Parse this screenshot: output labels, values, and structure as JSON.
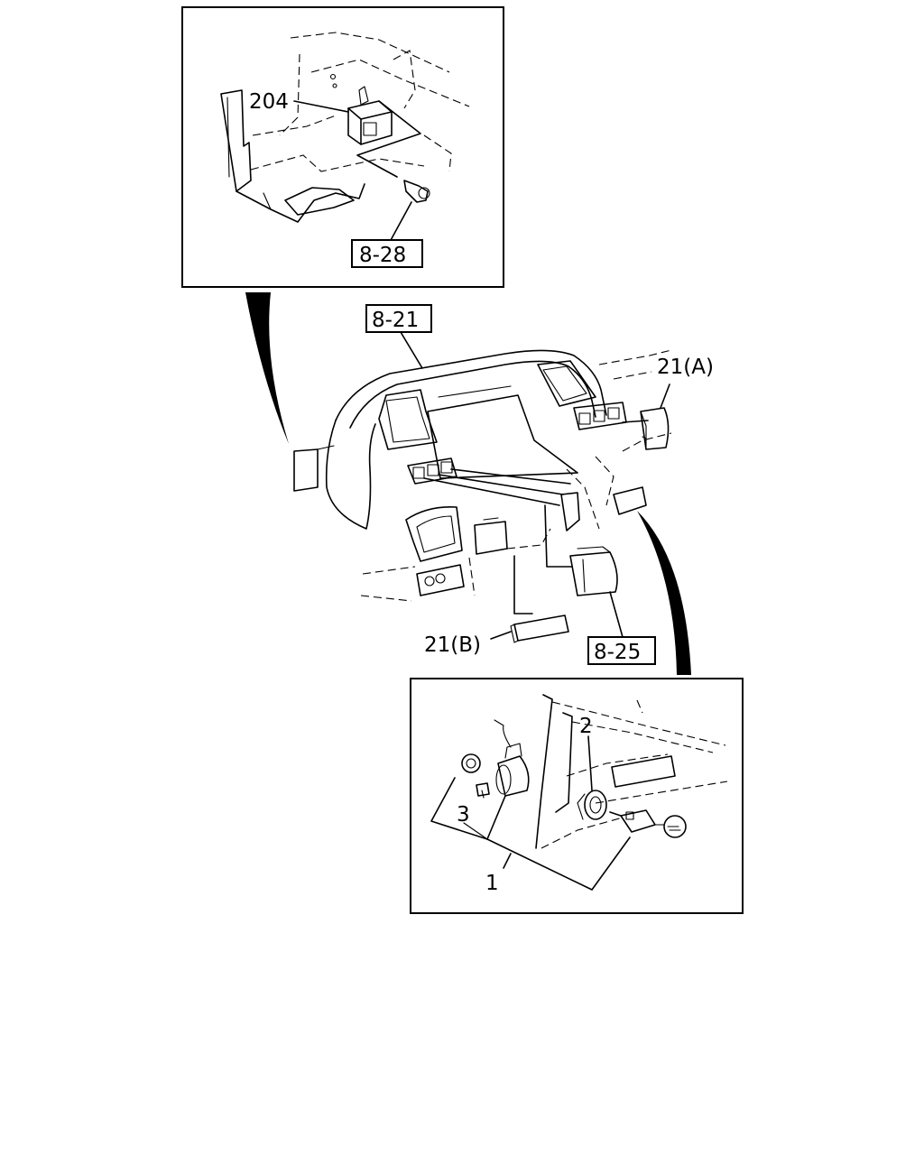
{
  "callouts": {
    "part_204": "204",
    "part_21a": "21(A)",
    "part_21b": "21(B)",
    "part_2": "2",
    "part_3": "3",
    "part_1": "1"
  },
  "references": {
    "ref_8_28": "8-28",
    "ref_8_21": "8-21",
    "ref_8_25": "8-25"
  }
}
